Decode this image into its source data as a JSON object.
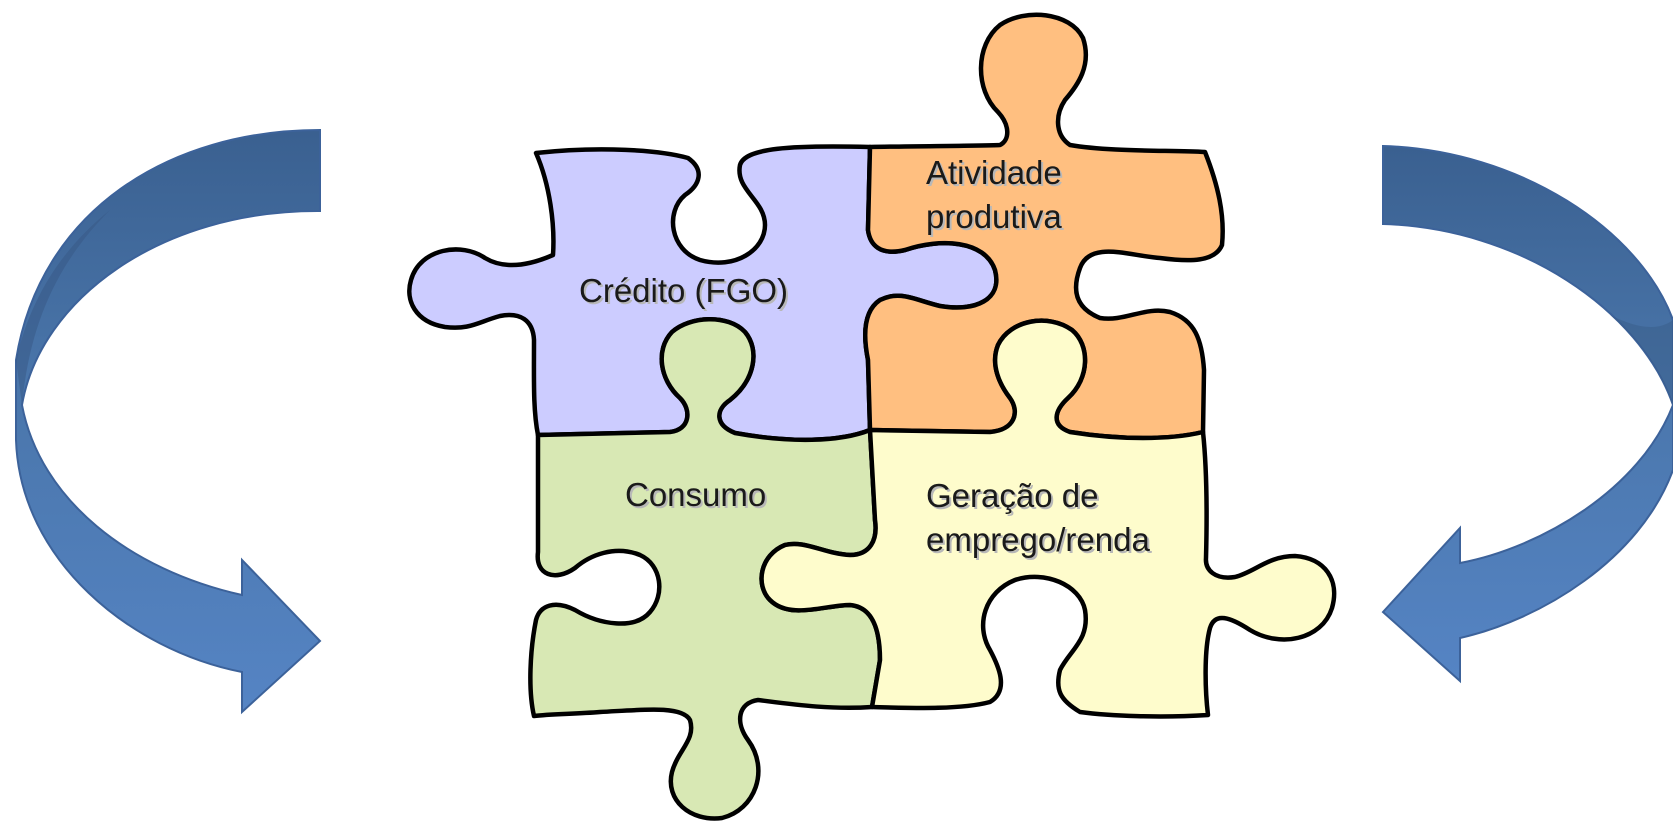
{
  "diagram": {
    "pieces": [
      {
        "id": "credito",
        "lines": [
          "Crédito (FGO)"
        ],
        "color": "#ccccff"
      },
      {
        "id": "atividade",
        "lines": [
          "Atividade",
          "produtiva"
        ],
        "color": "#ffbf80"
      },
      {
        "id": "consumo",
        "lines": [
          "Consumo"
        ],
        "color": "#d8e8b4"
      },
      {
        "id": "geracao",
        "lines": [
          "Geração de",
          "emprego/renda"
        ],
        "color": "#fefccc"
      }
    ],
    "arrows": [
      {
        "id": "left-arrow",
        "direction": "counter-clockwise",
        "color": "#4f81bd"
      },
      {
        "id": "right-arrow",
        "direction": "clockwise",
        "color": "#4f81bd"
      }
    ]
  }
}
